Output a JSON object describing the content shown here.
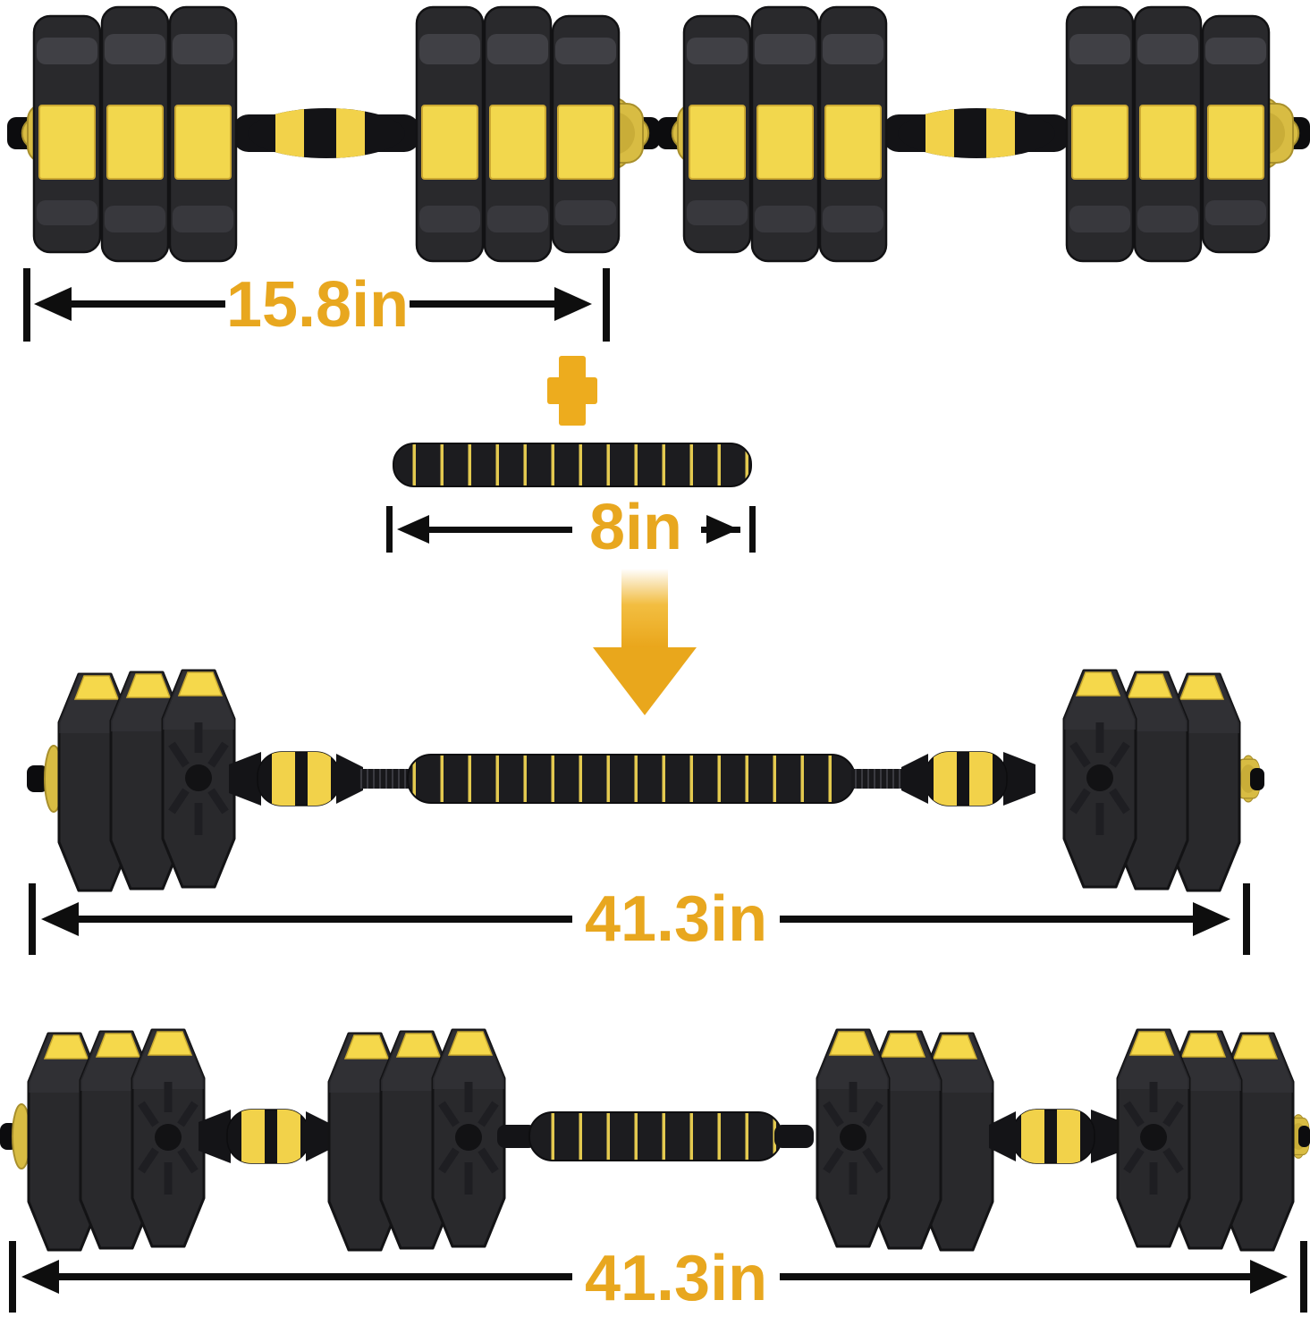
{
  "diagram": {
    "background": "#ffffff",
    "dimensions": {
      "dumbbell_length": "15.8in",
      "connector_length": "8in",
      "barbell_length": "41.3in",
      "combo_length": "41.3in"
    },
    "icons": {
      "plus_icon": "+",
      "down_arrow_icon": "↓",
      "star_collar_icon": "✿"
    },
    "colors": {
      "dimension_text_gold": "#E8A71F",
      "symbol_gold": "#EDAC1E",
      "dimension_line_black": "#0E0E0E",
      "plate_body_black": "#29292C",
      "plate_rim_gray": "#404045",
      "plate_yellow": "#F2D74D",
      "cap_yellow": "#F5D84B",
      "grip_stripe_yellow": "#F2D24A",
      "collar_gold": "#D8BC43",
      "handle_black": "#141417",
      "foam_black": "#1C1C1F",
      "foam_ring_yellow": "#E3C94F"
    }
  }
}
